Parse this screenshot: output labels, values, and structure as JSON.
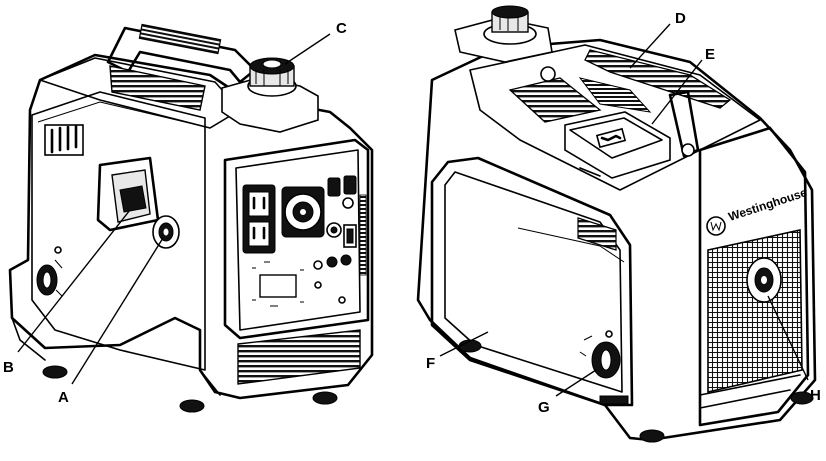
{
  "brand_text": "Westinghouse",
  "callouts": {
    "A": "A",
    "B": "B",
    "C": "C",
    "D": "D",
    "E": "E",
    "F": "F",
    "G": "G",
    "H": "H"
  }
}
